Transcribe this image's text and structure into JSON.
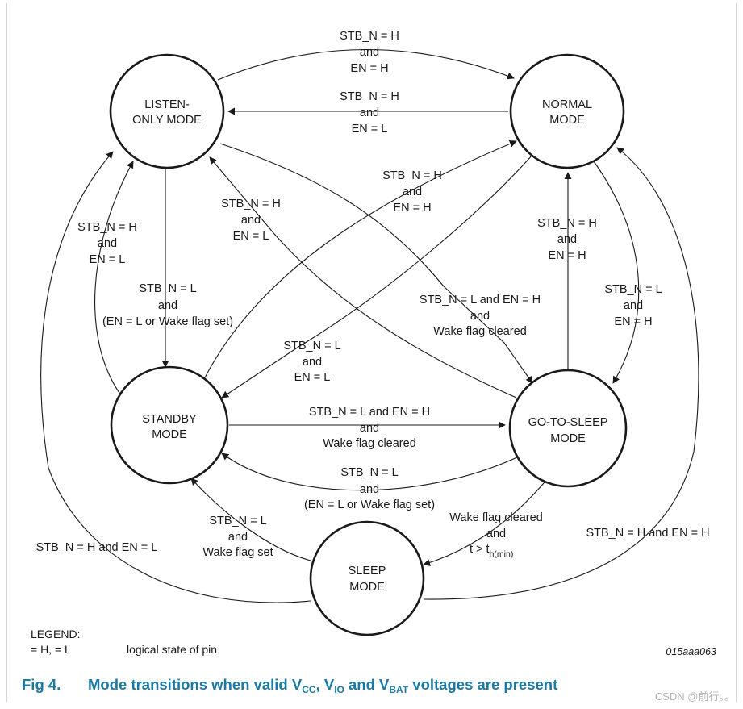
{
  "states": {
    "listen_l1": "LISTEN-",
    "listen_l2": "ONLY MODE",
    "normal_l1": "NORMAL",
    "normal_l2": "MODE",
    "standby_l1": "STANDBY",
    "standby_l2": "MODE",
    "gts_l1": "GO-TO-SLEEP",
    "gts_l2": "MODE",
    "sleep_l1": "SLEEP",
    "sleep_l2": "MODE"
  },
  "transitions": {
    "listen_to_normal": [
      "STB_N = H",
      "and",
      "EN = H"
    ],
    "normal_to_listen": [
      "STB_N = H",
      "and",
      "EN = L"
    ],
    "standby_to_normal": [
      "STB_N = H",
      "and",
      "EN = H"
    ],
    "gts_to_listen": [
      "STB_N = H",
      "and",
      "EN = L"
    ],
    "standby_to_listen": [
      "STB_N = H",
      "and",
      "EN = L"
    ],
    "gts_to_normal": [
      "STB_N = H",
      "and",
      "EN = H"
    ],
    "listen_to_standby": [
      "STB_N = L",
      "and",
      "(EN = L or Wake flag set)"
    ],
    "listen_to_gts": [
      "STB_N = L and EN = H",
      "and",
      "Wake flag cleared"
    ],
    "normal_to_gts": [
      "STB_N = L",
      "and",
      "EN = H"
    ],
    "normal_to_standby": [
      "STB_N = L",
      "and",
      "EN = L"
    ],
    "standby_to_gts": [
      "STB_N = L and EN = H",
      "and",
      "Wake flag cleared"
    ],
    "gts_to_standby": [
      "STB_N = L",
      "and",
      "(EN = L or Wake flag set)"
    ],
    "sleep_to_standby": [
      "STB_N = L",
      "and",
      "Wake flag set"
    ],
    "gts_to_sleep_1": "Wake flag cleared",
    "gts_to_sleep_2": "and",
    "gts_to_sleep_3": "t > t",
    "gts_to_sleep_sub": "h(min)",
    "sleep_to_listen": "STB_N = H and EN = L",
    "sleep_to_normal": "STB_N = H and EN = H"
  },
  "legend": {
    "title": "LEGEND:",
    "symbols": "= H, = L",
    "meaning": "logical state of pin"
  },
  "figure_id": "015aaa063",
  "caption": {
    "number": "Fig 4.",
    "text_1": "Mode transitions when valid V",
    "sub_1": "CC",
    "text_2": ", V",
    "sub_2": "IO",
    "text_3": " and V",
    "sub_3": "BAT",
    "text_4": " voltages are present"
  },
  "watermark": "CSDN @前行。。",
  "colors": {
    "caption": "#1a7aa6",
    "line": "#1a1a1a"
  }
}
